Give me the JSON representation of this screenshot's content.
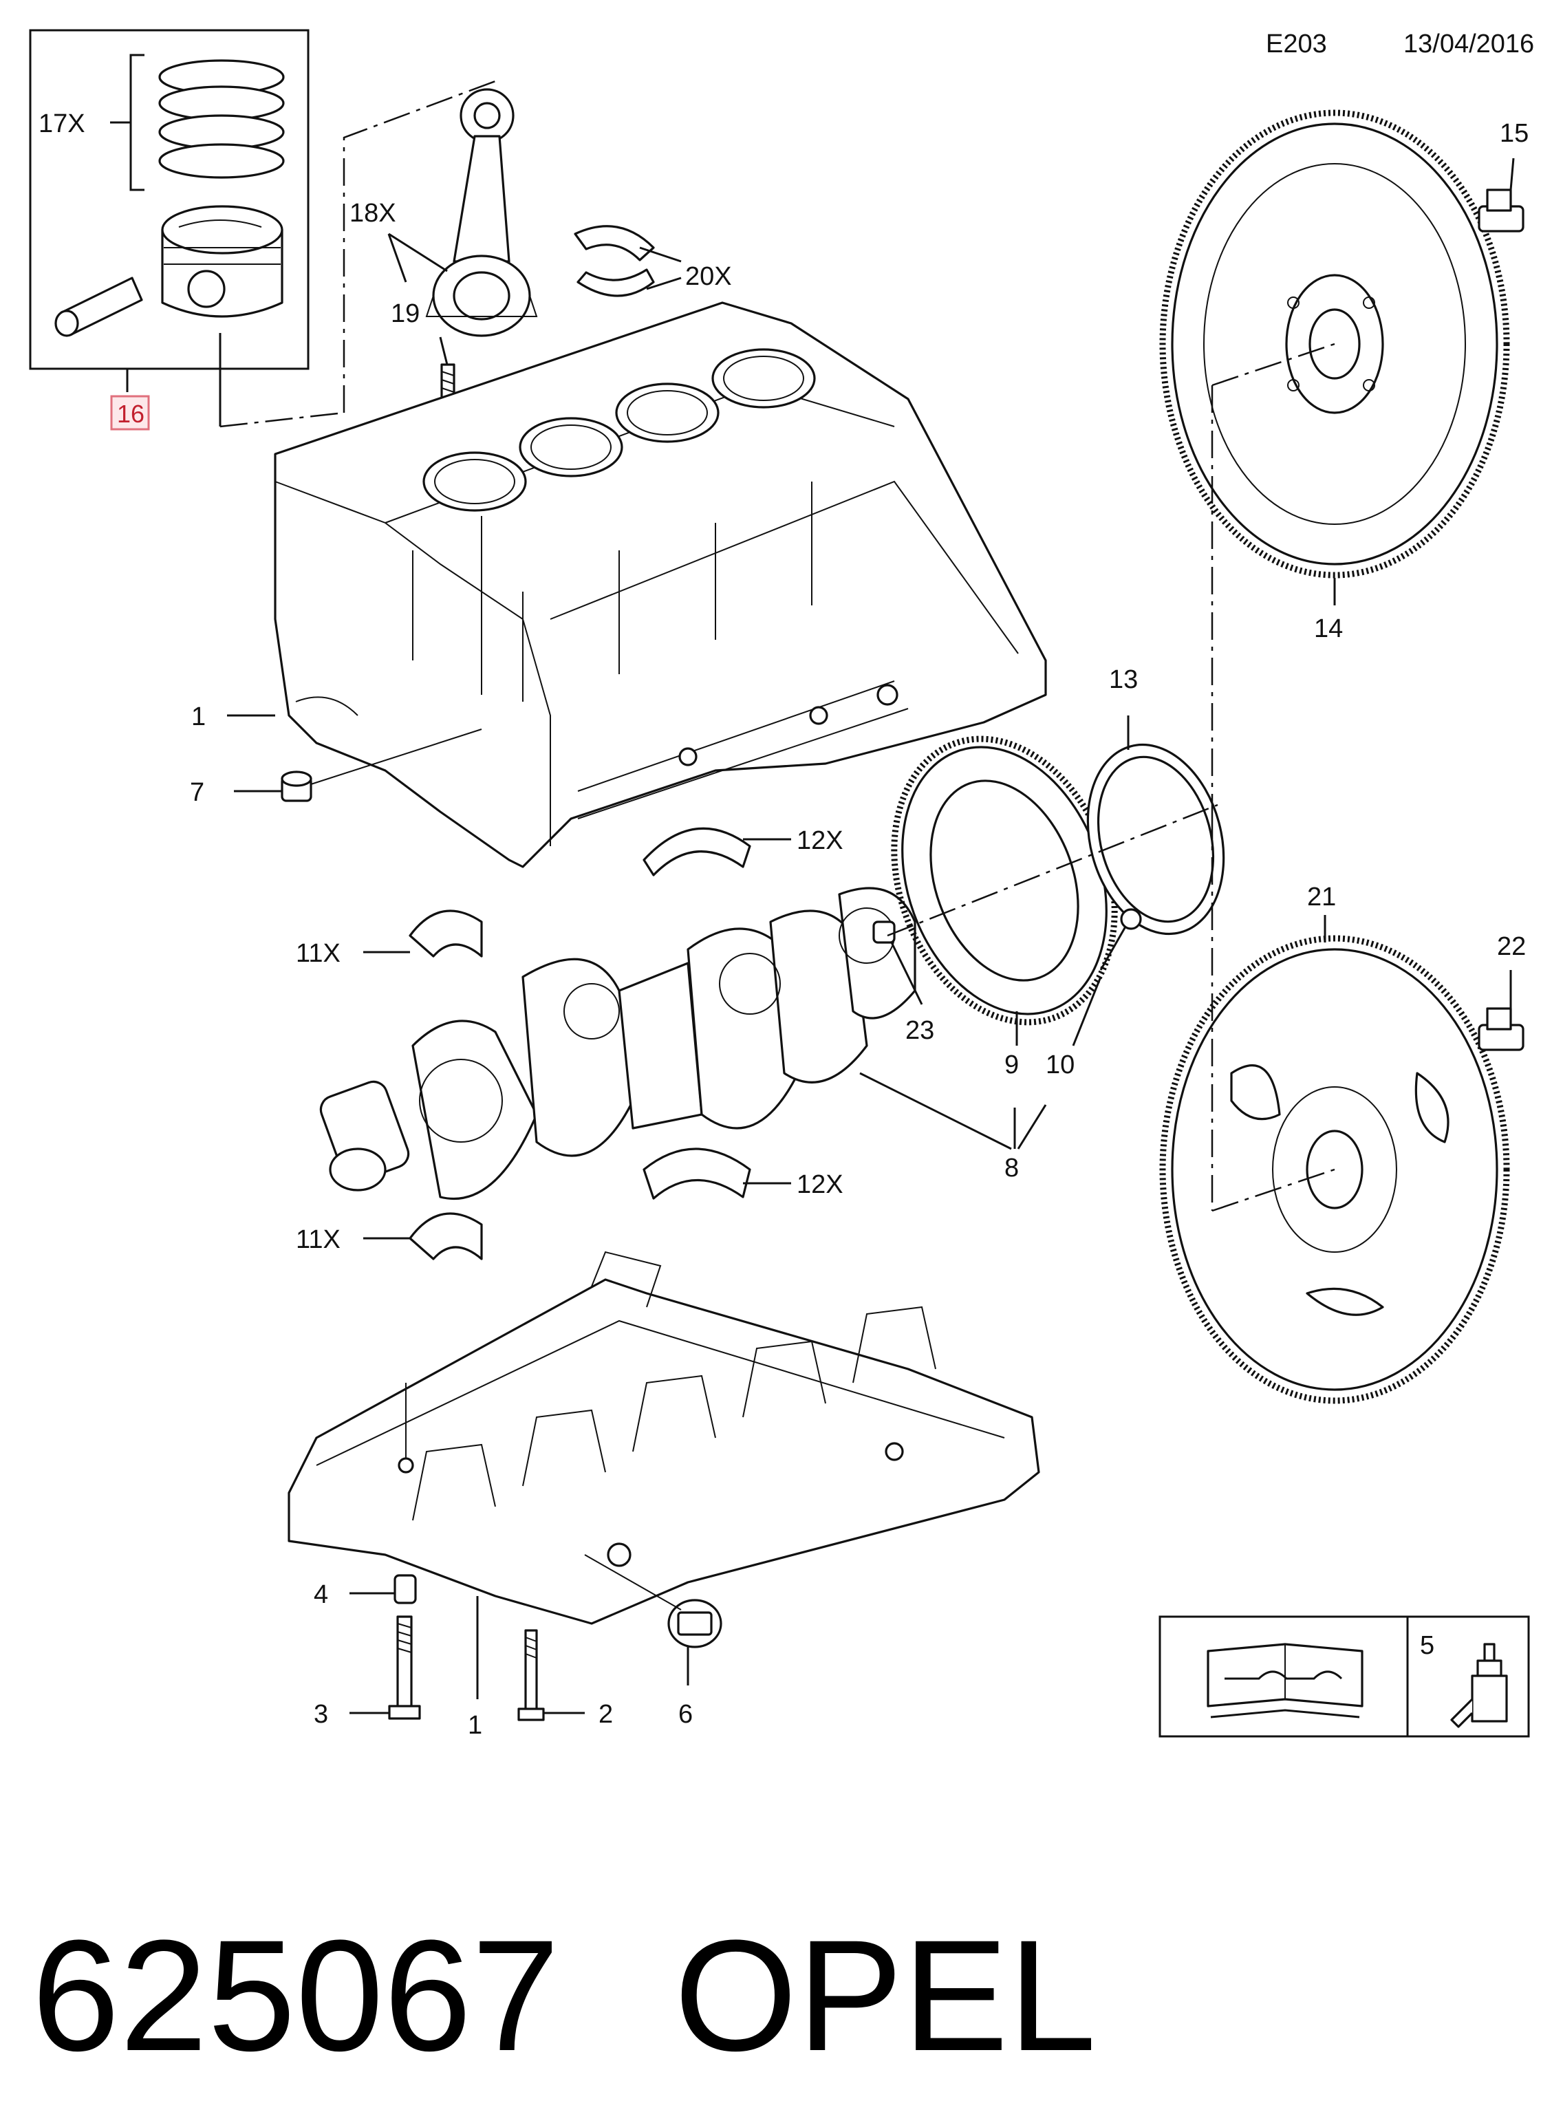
{
  "header": {
    "code": "E203",
    "date": "13/04/2016"
  },
  "footer": {
    "part_number": "625067",
    "brand": "OPEL"
  },
  "callouts": {
    "c1a": "1",
    "c1b": "1",
    "c2": "2",
    "c3": "3",
    "c4": "4",
    "c5": "5",
    "c6": "6",
    "c7": "7",
    "c8": "8",
    "c9": "9",
    "c10": "10",
    "c11a": "11X",
    "c11b": "11X",
    "c12a": "12X",
    "c12b": "12X",
    "c13": "13",
    "c14": "14",
    "c15": "15",
    "c16": "16",
    "c17": "17X",
    "c18": "18X",
    "c19": "19",
    "c20": "20X",
    "c21": "21",
    "c22": "22",
    "c23": "23"
  },
  "colors": {
    "highlight_fill": "#fde8ea",
    "highlight_border": "#e0707c",
    "line": "#111111"
  },
  "icons": [
    "repair-manual-book-icon",
    "sealant-tube-icon"
  ]
}
